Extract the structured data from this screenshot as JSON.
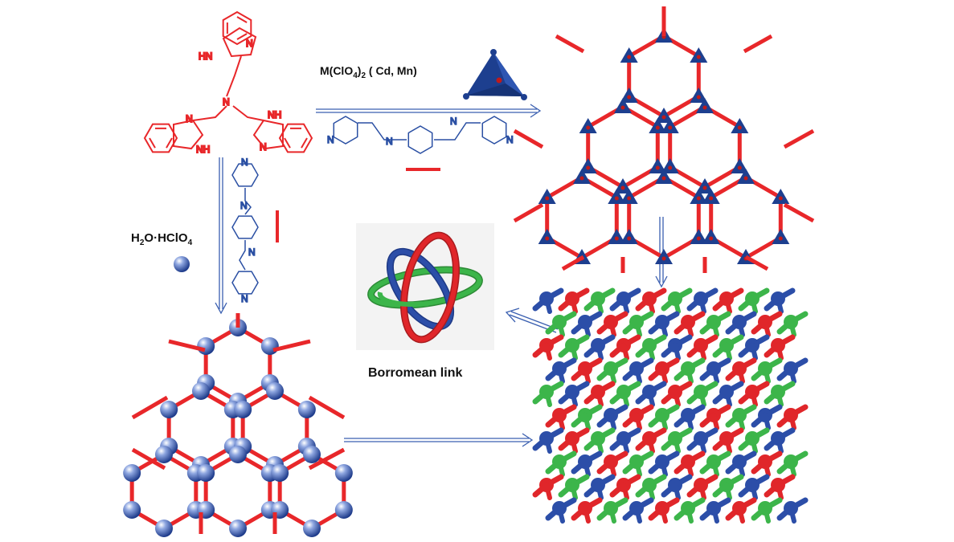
{
  "colors": {
    "ligand": "#e8272a",
    "blue_ligand": "#2a4fa3",
    "node": "#1d3f8f",
    "arrow": "#3a5fb0",
    "ring_red": "#e0262a",
    "ring_blue": "#2c4ea8",
    "ring_green": "#3cb54a"
  },
  "reagent": {
    "prefix": "M(ClO",
    "sub": "4",
    "post_sub": ")",
    "sub2": "2",
    "suffix": " ( Cd, Mn)"
  },
  "acid": {
    "p1": "H",
    "s1": "2",
    "p2": "O·HClO",
    "s2": "4"
  },
  "borromean": {
    "caption": "Borromean link"
  },
  "atoms": {
    "nh": "NH",
    "hn": "HN",
    "n": "N"
  },
  "icons": [
    "tetrahedron-icon",
    "sphere-icon",
    "borromean-rings-icon"
  ]
}
